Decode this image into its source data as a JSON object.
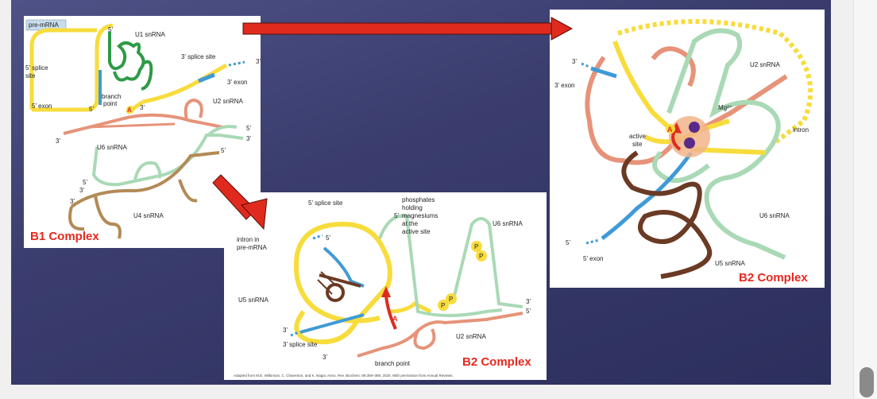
{
  "panel_b1": {
    "tag": "pre-mRNA",
    "labels": {
      "u1": "U1 snRNA",
      "splice3": "3’ splice site",
      "splice5_a": "5’ splice",
      "splice5_b": "site",
      "exon5": "5’ exon",
      "exon3": "3’ exon",
      "branch_a": "branch",
      "branch_b": "point",
      "u2": "U2 snRNA",
      "u6": "U6 snRNA",
      "u4": "U4 snRNA",
      "a": "A",
      "p5a": "5’",
      "p3a": "3’",
      "p3b": "3’",
      "p5b": "5’",
      "p3c": "3’",
      "p5c": "5’",
      "p3d": "3’",
      "p5d": "5’",
      "p3e": "3’",
      "p5e": "5’",
      "p3f": "3’"
    },
    "title": "B1 Complex"
  },
  "panel_b2_mid": {
    "labels": {
      "splice5": "5’ splice site",
      "phos1": "phosphates",
      "phos2": "holding",
      "phos3": "magnesiums",
      "phos4": "at the",
      "phos5": "active site",
      "u6": "U6 snRNA",
      "intron1": "intron in",
      "intron2": "pre-mRNA",
      "u5": "U5 snRNA",
      "splice3": "3’ splice site",
      "branch": "branch point",
      "u2": "U2 snRNA",
      "a": "A",
      "p": "P",
      "p5a": "5’",
      "p5b": "5’",
      "p3a": "3’",
      "p3b": "3’",
      "p3c": "3’",
      "p5c": "5’"
    },
    "title": "B2 Complex",
    "credit": "Adapted from M.E. Wilkinson, C. Charenton, and K. Nagai, Annu. Rev. Biochem. 89:359–388, 2020. With permission from Annual Reviews."
  },
  "panel_b2_right": {
    "labels": {
      "u2": "U2 snRNA",
      "exon3": "3’ exon",
      "mg": "Mg²⁺",
      "intron": "intron",
      "active1": "active",
      "active2": "site",
      "u6": "U6 snRNA",
      "exon5": "5’ exon",
      "u5": "U5 snRNA",
      "a": "A",
      "p3": "3’",
      "p5": "5’"
    },
    "title": "B2 Complex"
  },
  "colors": {
    "background": "#3d4072",
    "premrna_yellow": "#f7dc3c",
    "exon_blue": "#3f9ad6",
    "u1_green": "#2e9a46",
    "u2_salmon": "#e6937a",
    "u6_mint": "#a9d9b5",
    "u4_brown": "#b38a56",
    "u5_brown": "#6b3a24",
    "arrow_red": "#e02a1e",
    "title_red": "#e8281e"
  }
}
